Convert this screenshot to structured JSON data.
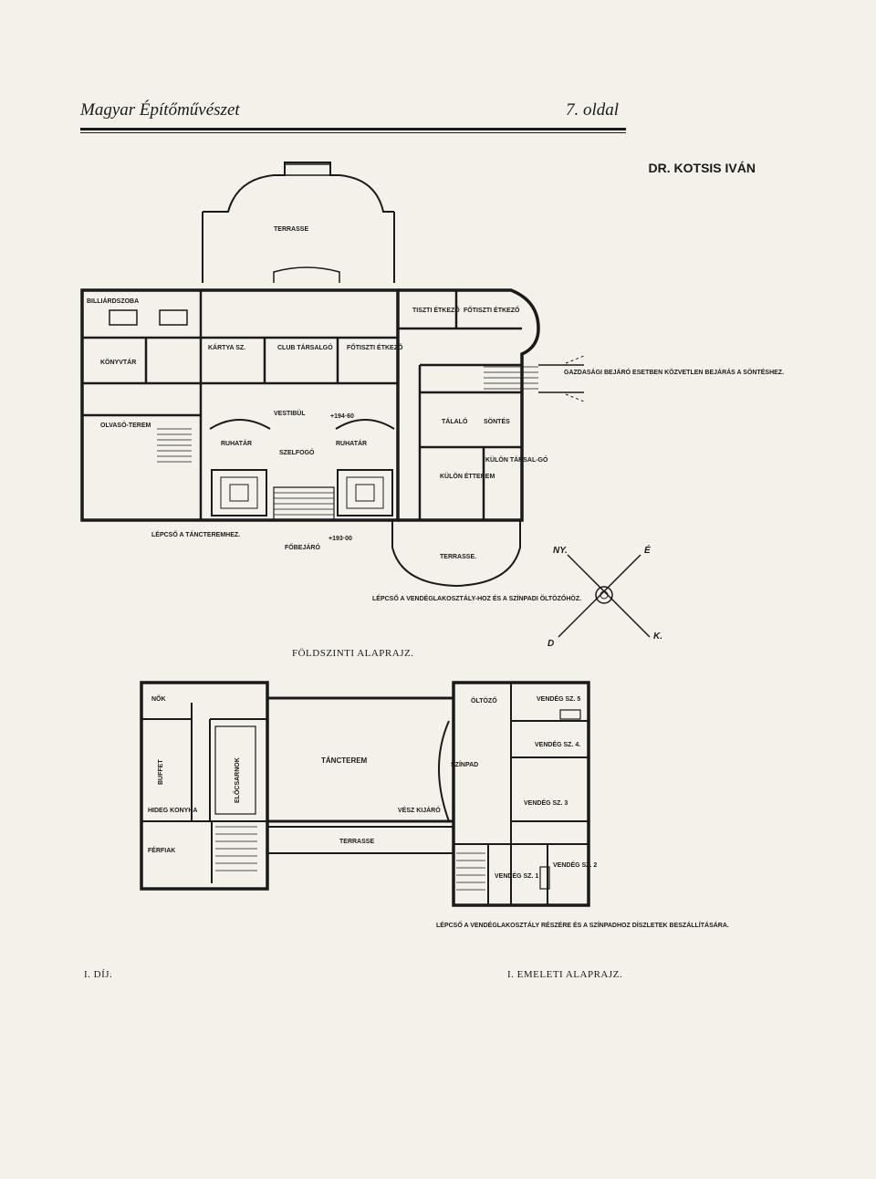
{
  "header": {
    "journal": "Magyar Építőművészet",
    "page": "7. oldal"
  },
  "author": "DR. KOTSIS IVÁN",
  "ground_floor": {
    "caption": "FÖLDSZINTI ALAPRAJZ.",
    "labels": {
      "terrace_top": "TERRASSE",
      "billiard": "BILLIÁRDSZOBA",
      "library": "KÖNYVTÁR",
      "reading_room": "OLVASÓ-TEREM",
      "card_room": "KÁRTYA SZ.",
      "club_room": "CLUB TÁRSALGÓ",
      "main_dining": "FŐTISZTI ÉTKEZŐ",
      "officers_dining": "TISZTI ÉTKEZŐ",
      "chief_dining": "FŐTISZTI ÉTKEZŐ",
      "vestibule": "VESTIBÜL",
      "cloakroom_left": "RUHATÁR",
      "cloakroom_right": "RUHATÁR",
      "barber": "SZELFOGÓ",
      "main_entrance": "FŐBEJÁRÓ",
      "stairs_dance": "LÉPCSŐ A TÁNCTEREMHEZ.",
      "pantry": "TÁLALÓ",
      "washing": "SÖNTÉS",
      "private_salon": "KÜLÖN TÁRSAL-GÓ",
      "private_dining": "KÜLÖN ÉTTEREM",
      "terrace_bottom": "TERRASSE.",
      "stairs_guest": "LÉPCSŐ A VENDÉGLAKOSZTÁLY-HOZ ÉS A SZÍNPADI ÖLTÖZŐHÖZ.",
      "farm_entrance": "GAZDASÁGI BEJÁRÓ ESETBEN KÖZVETLEN BEJÁRÁS A SÖNTÉSHEZ.",
      "level_1": "+194·60",
      "level_2": "+193·00"
    }
  },
  "compass": {
    "nw": "NY.",
    "ne": "É",
    "sw": "D",
    "se": "K."
  },
  "first_floor": {
    "caption": "I. EMELETI ALAPRAJZ.",
    "labels": {
      "women": "NŐK",
      "buffet": "BUFFET",
      "cold_kitchen": "HIDEG KONYHA",
      "men": "FÉRFIAK",
      "anteroom": "ELŐCSARNOK",
      "ballroom": "TÁNCTEREM",
      "terrace": "TERRASSE",
      "stage": "SZÍNPAD",
      "stage_exit": "VÉSZ KIJÁRÓ",
      "dressing": "ÖLTÖZŐ",
      "guest5": "VENDÉG SZ. 5",
      "guest4": "VENDÉG SZ. 4.",
      "guest3": "VENDÉG SZ. 3",
      "guest1": "VENDÉG SZ. 1",
      "guest2": "VENDÉG SZ. 2",
      "stairs_note": "LÉPCSŐ A VENDÉGLAKOSZTÁLY RÉSZÉRE ÉS A SZÍNPADHOZ DÍSZLETEK BESZÁLLÍTÁSÁRA."
    }
  },
  "prize": "I. DÍJ."
}
